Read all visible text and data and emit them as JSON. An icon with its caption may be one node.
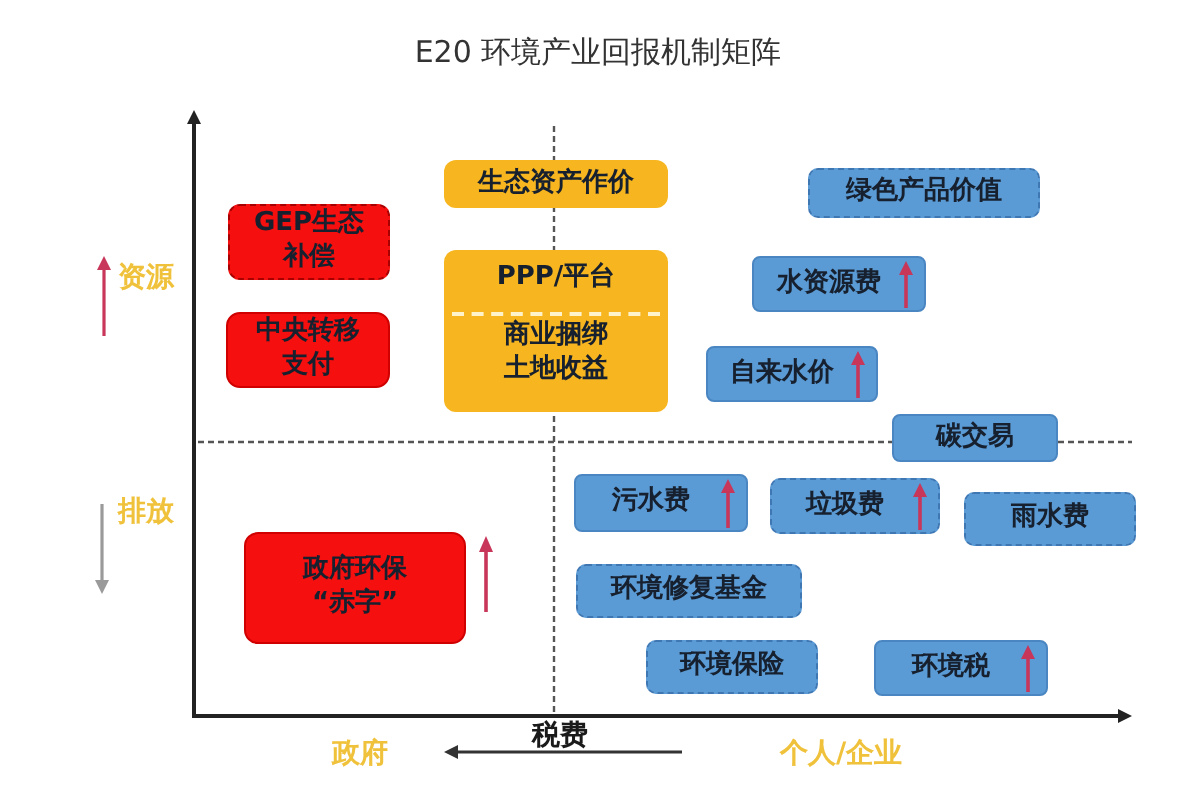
{
  "diagram": {
    "title": "E20 环境产业回报机制矩阵",
    "nodes": [
      {
        "text": [
          "生态资产作价"
        ]
      },
      {
        "text": [
          "绿色产品价值"
        ]
      },
      {
        "text": [
          "GEP生态补偿"
        ]
      },
      {
        "text": [
          "PPP/平台",
          "商业捆绑土地收益"
        ]
      },
      {
        "text": [
          "水资源费"
        ]
      },
      {
        "text": [
          "中央转移支付"
        ]
      },
      {
        "text": [
          "自来水价"
        ]
      },
      {
        "text": [
          "碳交易"
        ]
      },
      {
        "text": [
          "污水费"
        ]
      },
      {
        "text": [
          "垃圾费"
        ]
      },
      {
        "text": [
          "雨水费"
        ]
      },
      {
        "text": [
          "政府环保“赤字”"
        ]
      },
      {
        "text": [
          "环境修复基金"
        ]
      },
      {
        "text": [
          "环境保险"
        ]
      },
      {
        "text": [
          "环境税"
        ]
      }
    ],
    "labels": [
      "资源",
      "排放",
      "税费",
      "政府",
      "个人/企业"
    ]
  }
}
